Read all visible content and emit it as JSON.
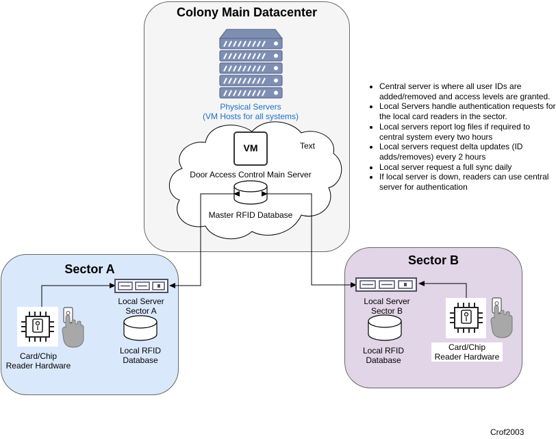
{
  "datacenter": {
    "title": "Colony Main Datacenter"
  },
  "servers": {
    "label_line1": "Physical Servers",
    "label_line2": "(VM Hosts for all systems)"
  },
  "cloud": {
    "vm_label": "VM",
    "text_label": "Text",
    "main_server_label": "Door Access Control Main Server",
    "master_db_label": "Master RFID Database"
  },
  "sector_a": {
    "title": "Sector A",
    "server_line1": "Local Server",
    "server_line2": "Sector A",
    "db_line1": "Local RFID",
    "db_line2": "Database",
    "reader_line1": "Card/Chip",
    "reader_line2": "Reader Hardware"
  },
  "sector_b": {
    "title": "Sector B",
    "server_line1": "Local Server",
    "server_line2": "Sector B",
    "db_line1": "Local RFID",
    "db_line2": "Database",
    "reader_line1": "Card/Chip",
    "reader_line2": "Reader Hardware"
  },
  "notes": [
    "Central server is where all user IDs are added/removed and access levels are granted.",
    "Local Servers handle authentication requests for the local card readers in the sector.",
    "Local servers report log files if required to central system every two hours",
    "Local servers request delta updates (ID adds/removes) every 2 hours",
    "Local server request a full sync daily",
    "If local server is down, readers can use central server for authentication"
  ],
  "credit": "Crof2003",
  "colors": {
    "datacenter_fill": "#f5f5f5",
    "sector_a_fill": "#dae8fc",
    "sector_b_fill": "#e1d5e7",
    "server_icon": "#6d7fa8",
    "accent_blue": "#1a6fc4"
  }
}
